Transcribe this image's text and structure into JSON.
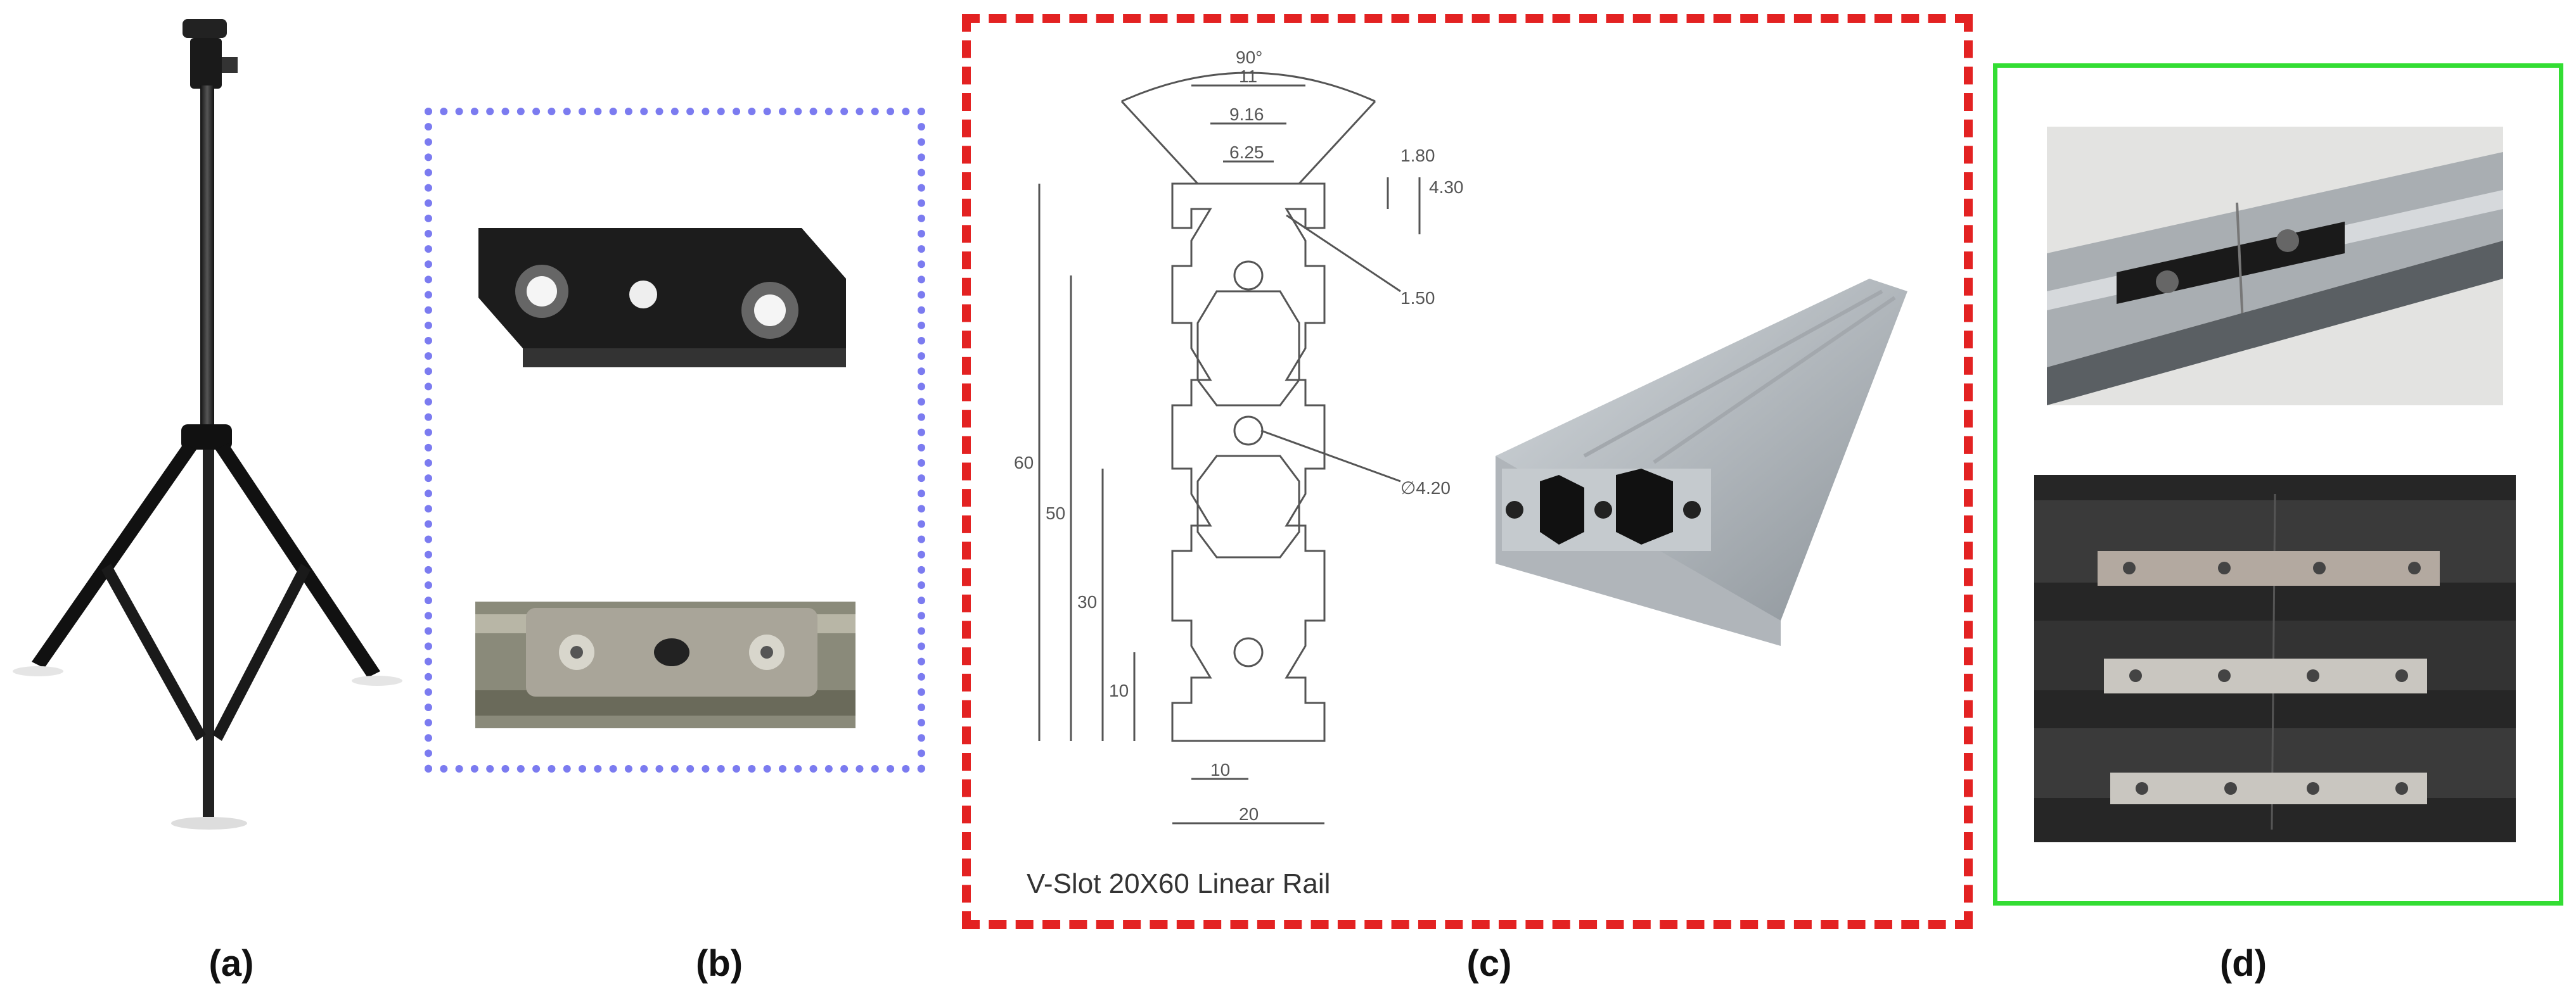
{
  "captions": {
    "a": "(a)",
    "b": "(b)",
    "c": "(c)",
    "d": "(d)"
  },
  "drawing": {
    "title": "V-Slot 20X60 Linear Rail",
    "angle": "90°",
    "dim_11": "11",
    "dim_916": "9.16",
    "dim_625": "6.25",
    "dim_180": "1.80",
    "dim_430": "4.30",
    "dim_150": "1.50",
    "dim_420": "∅4.20",
    "dim_60": "60",
    "dim_50": "50",
    "dim_30": "30",
    "dim_10v": "10",
    "dim_10h": "10",
    "dim_20": "20"
  },
  "colors": {
    "panel_b_border": "#7b7bf0",
    "panel_c_border": "#e32222",
    "panel_d_border": "#33dd33"
  }
}
